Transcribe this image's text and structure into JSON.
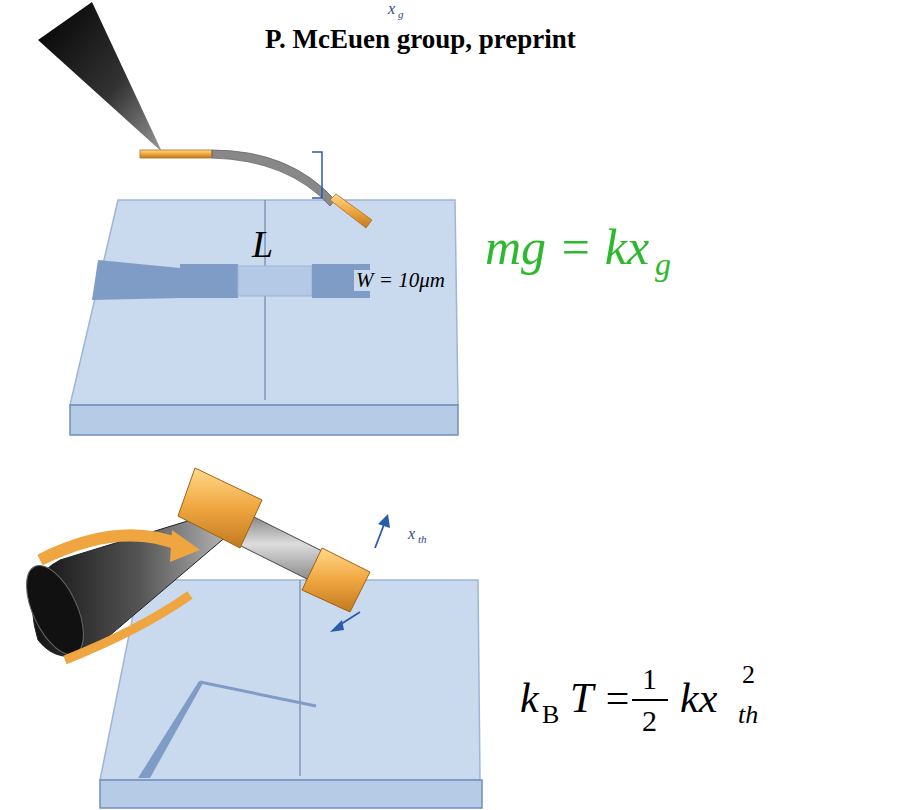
{
  "diagram": {
    "title": "P. McEuen group,  preprint",
    "labels": [
      "x",
      "g",
      "L",
      "W = 10μm",
      "mg = kx",
      "g",
      "x",
      "th",
      "k",
      "B",
      "T =",
      "1",
      "2",
      "kx",
      "th",
      "2"
    ]
  }
}
